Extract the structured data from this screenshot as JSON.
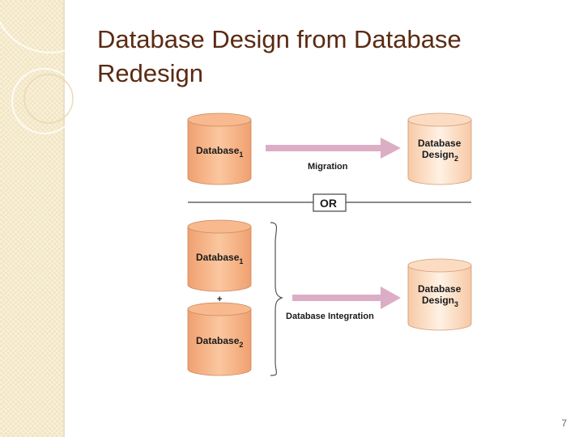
{
  "slide": {
    "title": "Database Design from Database Redesign",
    "page_number": "7"
  },
  "diagram": {
    "top": {
      "source": {
        "name": "Database",
        "sub": "1"
      },
      "arrow_label": "Migration",
      "target": {
        "line1": "Database",
        "line2": "Design",
        "sub": "2"
      }
    },
    "separator_label": "OR",
    "bottom": {
      "source_a": {
        "name": "Database",
        "sub": "1"
      },
      "plus": "+",
      "source_b": {
        "name": "Database",
        "sub": "2"
      },
      "arrow_label": "Database Integration",
      "target": {
        "line1": "Database",
        "line2": "Design",
        "sub": "3"
      }
    }
  },
  "colors": {
    "title": "#5a2a12",
    "cylinder_dark": "#f0a070",
    "cylinder_light": "#fde3cc",
    "arrow": "#dcaec6",
    "side_band": "#f3e6c4"
  }
}
